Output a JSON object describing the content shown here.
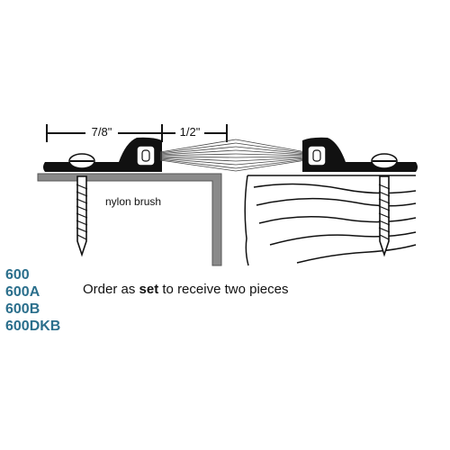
{
  "dimensions": {
    "left_width": "7/8\"",
    "gap": "1/2\""
  },
  "callout": "nylon brush",
  "order_note": {
    "prefix": "Order as ",
    "bold": "set",
    "suffix": " to receive two pieces"
  },
  "models": [
    "600",
    "600A",
    "600B",
    "600DKB"
  ],
  "colors": {
    "model_text": "#2b6f8c",
    "frame_gray": "#8a8a8a",
    "retainer": "#111111"
  }
}
